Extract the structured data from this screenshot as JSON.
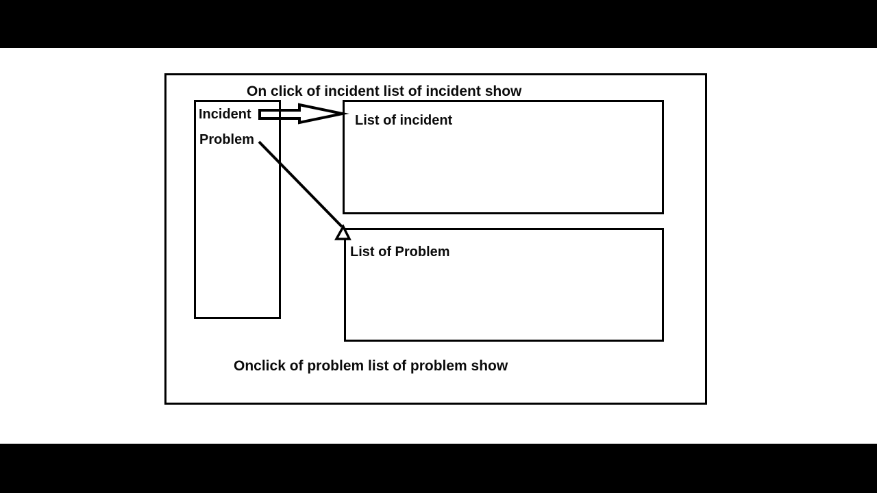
{
  "window": {
    "letterbox_color": "#000000",
    "stage_color": "#ffffff"
  },
  "diagram": {
    "stroke_color": "#000000",
    "top_caption": "On click of incident list of incident show",
    "bottom_caption": "Onclick of problem list of problem show",
    "menu": {
      "items": [
        {
          "label": "Incident"
        },
        {
          "label": "Problem"
        }
      ]
    },
    "panels": [
      {
        "label": "List of incident"
      },
      {
        "label": "List of Problem"
      }
    ],
    "connectors": [
      {
        "name": "incident-to-incident-list",
        "style": "hollow-block-arrow"
      },
      {
        "name": "problem-to-problem-list",
        "style": "line-with-hollow-triangle-arrowhead"
      }
    ]
  }
}
